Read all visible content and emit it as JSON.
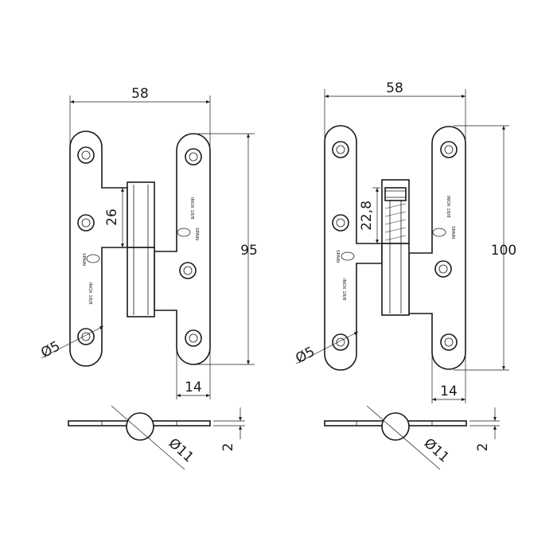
{
  "left_hinge": {
    "width_label": "58",
    "height_label": "95",
    "knuckle_label": "26",
    "offset_label": "14",
    "hole_label": "Ø5",
    "pin_label": "Ø11",
    "thickness_label": "2",
    "stamp_material": "INOX 18/8",
    "stamp_country": "SPAIN"
  },
  "right_hinge": {
    "width_label": "58",
    "height_label": "100",
    "knuckle_label": "22,8",
    "offset_label": "14",
    "hole_label": "Ø5",
    "pin_label": "Ø11",
    "thickness_label": "2",
    "stamp_material": "INOX 18/8",
    "stamp_country": "SPAIN"
  }
}
